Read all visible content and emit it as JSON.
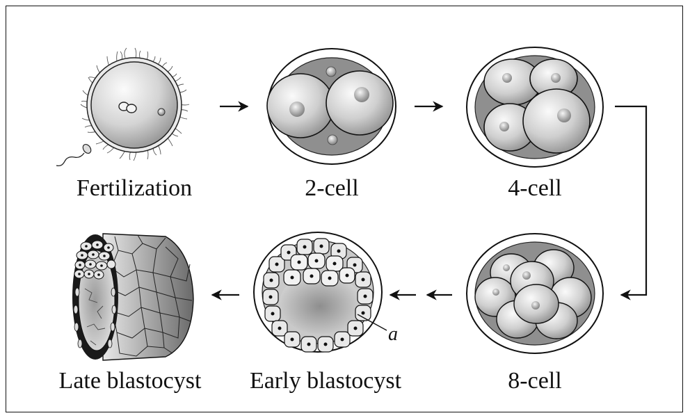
{
  "stages": [
    {
      "id": "fertilization",
      "label": "Fertilization"
    },
    {
      "id": "2-cell",
      "label": "2-cell"
    },
    {
      "id": "4-cell",
      "label": "4-cell"
    },
    {
      "id": "8-cell",
      "label": "8-cell"
    },
    {
      "id": "early-blastocyst",
      "label": "Early blastocyst"
    },
    {
      "id": "late-blastocyst",
      "label": "Late blastocyst"
    }
  ],
  "annotation": {
    "letter": "a"
  },
  "colors": {
    "ink": "#111111",
    "cell_light": "#f2f2f2",
    "cell_dark": "#8a8a8a",
    "zona": "#ffffff"
  }
}
